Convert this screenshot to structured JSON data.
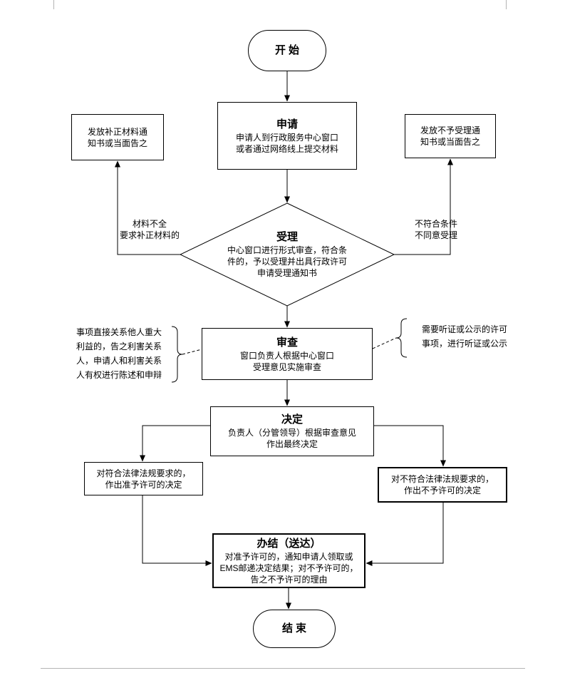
{
  "nodes": {
    "start": {
      "label": "开始"
    },
    "apply": {
      "title": "申请",
      "body": "申请人到行政服务中心窗口\n或者通过网络线上提交材料"
    },
    "accept": {
      "title": "受理",
      "body": "中心窗口进行形式审查，符合条\n件的，予以受理并出具行政许可\n申请受理通知书"
    },
    "supplement_notice": {
      "label": "发放补正材料通\n知书或当面告之"
    },
    "reject_notice": {
      "label": "发放不予受理通\n知书或当面告之"
    },
    "review": {
      "title": "审查",
      "body": "窗口负责人根据中心窗口\n受理意见实施审查"
    },
    "decision": {
      "title": "决定",
      "body": "负责人（分管领导）根据审查意见\n作出最终决定"
    },
    "approve": {
      "label": "对符合法律法规要求的，\n作出准予许可的决定"
    },
    "deny": {
      "label": "对不符合法律法规要求的，\n作出不予许可的决定"
    },
    "complete": {
      "title": "办结（送达）",
      "body": "对准予许可的，通知申请人领取或\nEMS邮递决定结果；对不予许可的，\n告之不予许可的理由"
    },
    "end": {
      "label": "结束"
    }
  },
  "edge_labels": {
    "materials_incomplete": "材料不全\n要求补正材料的",
    "not_eligible": "不符合条件\n不同意受理"
  },
  "notes": {
    "stakeholder": "事项直接关系他人重大\n利益的，告之利害关系\n人，申请人和利害关系\n人有权进行陈述和申辩",
    "hearing": "需要听证或公示的许可\n事项，进行听证或公示"
  },
  "colors": {
    "stroke": "#000000",
    "background": "#ffffff",
    "page_mark": "#b4b4b4"
  }
}
